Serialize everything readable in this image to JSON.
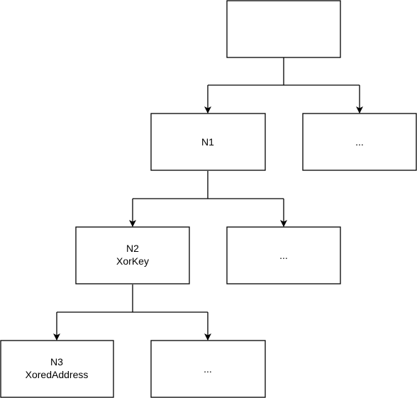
{
  "diagram": {
    "nodes": {
      "root": {
        "line1": "",
        "line2": ""
      },
      "n1": {
        "line1": "N1",
        "line2": ""
      },
      "n1_sib": {
        "line1": "...",
        "line2": ""
      },
      "n2": {
        "line1": "N2",
        "line2": "XorKey"
      },
      "n2_sib": {
        "line1": "...",
        "line2": ""
      },
      "n3": {
        "line1": "N3",
        "line2": "XoredAddress"
      },
      "n3_sib": {
        "line1": "...",
        "line2": ""
      }
    },
    "colors": {
      "stroke": "#000000",
      "fill": "#ffffff",
      "text": "#000000"
    }
  }
}
